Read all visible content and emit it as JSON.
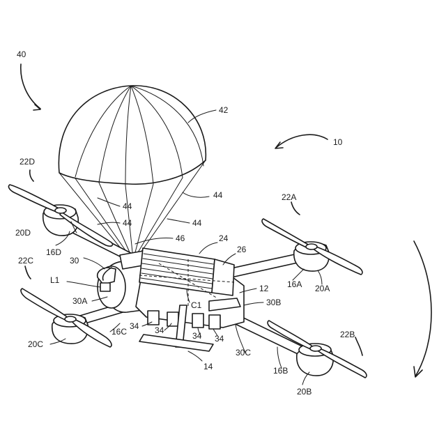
{
  "labels": {
    "assembly": "40",
    "parachute": "42",
    "drone": "10",
    "rotor_d": "22D",
    "rotor_c": "22C",
    "rotor_a": "22A",
    "rotor_b": "22B",
    "line_1": "44",
    "line_2": "44",
    "line_3": "44",
    "line_4": "44",
    "mount": "46",
    "housing": "24",
    "cover": "26",
    "arm_d": "16D",
    "arm_a": "16A",
    "arm_c": "16C",
    "arm_b": "16B",
    "motor_d": "20D",
    "motor_a": "20A",
    "motor_c": "20C",
    "motor_b": "20B",
    "launcher": "30",
    "launcher_a": "30A",
    "launcher_b": "30B",
    "launcher_c": "30C",
    "axis_line": "L1",
    "center": "C1",
    "frame": "12",
    "leg_1": "34",
    "leg_2": "34",
    "leg_3": "34",
    "leg_4": "34",
    "skid": "14"
  }
}
